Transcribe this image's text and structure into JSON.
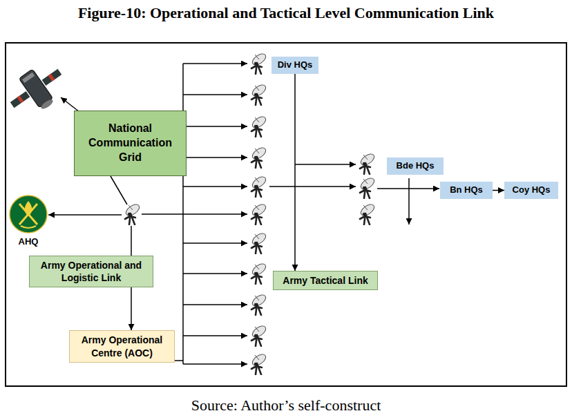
{
  "diagram": {
    "title": "Figure-10: Operational and Tactical Level Communication Link",
    "caption": "Source: Author’s self-construct",
    "nodes": [
      {
        "text": [
          "National Communication Grid"
        ]
      },
      {
        "text": [
          "AHQ"
        ]
      },
      {
        "text": [
          "Army Operational and Logistic Link"
        ]
      },
      {
        "text": [
          "Army Operational Centre (AOC)"
        ]
      },
      {
        "text": [
          "Div HQs"
        ]
      },
      {
        "text": [
          "Army Tactical Link"
        ]
      },
      {
        "text": [
          "Bde HQs"
        ]
      },
      {
        "text": [
          "Bn HQs"
        ]
      },
      {
        "text": [
          "Coy HQs"
        ]
      }
    ],
    "edges": [
      {
        "from": 2,
        "to": 3,
        "arrow": "to"
      },
      {
        "from": 4,
        "to": 5,
        "arrow": "to"
      },
      {
        "from": 7,
        "to": 8,
        "arrow": "to"
      }
    ]
  }
}
